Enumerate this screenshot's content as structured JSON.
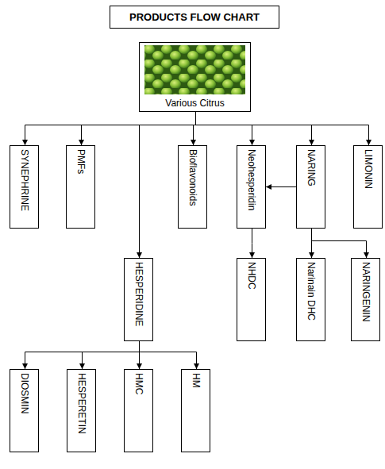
{
  "diagram": {
    "title": "PRODUCTS FLOW CHART",
    "nodes": [
      {
        "text": [
          "Various Citrus"
        ]
      },
      {
        "text": [
          "SYNEPHRINE"
        ]
      },
      {
        "text": [
          "PMFs"
        ]
      },
      {
        "text": [
          "Bioflavonoids"
        ]
      },
      {
        "text": [
          "Neohesperidin"
        ]
      },
      {
        "text": [
          "NARING"
        ]
      },
      {
        "text": [
          "LIMONIN"
        ]
      },
      {
        "text": [
          "HESPERIDINE"
        ]
      },
      {
        "text": [
          "NHDC"
        ]
      },
      {
        "text": [
          "Narinain DHC"
        ]
      },
      {
        "text": [
          "NARINGENIN"
        ]
      },
      {
        "text": [
          "DIOSMIN"
        ]
      },
      {
        "text": [
          "HESPERETIN"
        ]
      },
      {
        "text": [
          "HMC"
        ]
      },
      {
        "text": [
          "HM"
        ]
      }
    ],
    "edges": [
      {
        "from": 0,
        "to": 1,
        "arrow": "to"
      },
      {
        "from": 0,
        "to": 2,
        "arrow": "to"
      },
      {
        "from": 0,
        "to": 3,
        "arrow": "to"
      },
      {
        "from": 0,
        "to": 4,
        "arrow": "to"
      },
      {
        "from": 0,
        "to": 5,
        "arrow": "to"
      },
      {
        "from": 0,
        "to": 6,
        "arrow": "to"
      },
      {
        "from": 0,
        "to": 7,
        "arrow": "to"
      },
      {
        "from": 5,
        "to": 4,
        "arrow": "to"
      },
      {
        "from": 4,
        "to": 8,
        "arrow": "to"
      },
      {
        "from": 5,
        "to": 9,
        "arrow": "to"
      },
      {
        "from": 5,
        "to": 10,
        "arrow": "to"
      },
      {
        "from": 7,
        "to": 11,
        "arrow": "to"
      },
      {
        "from": 7,
        "to": 12,
        "arrow": "to"
      },
      {
        "from": 7,
        "to": 13,
        "arrow": "to"
      },
      {
        "from": 7,
        "to": 14,
        "arrow": "to"
      }
    ]
  }
}
